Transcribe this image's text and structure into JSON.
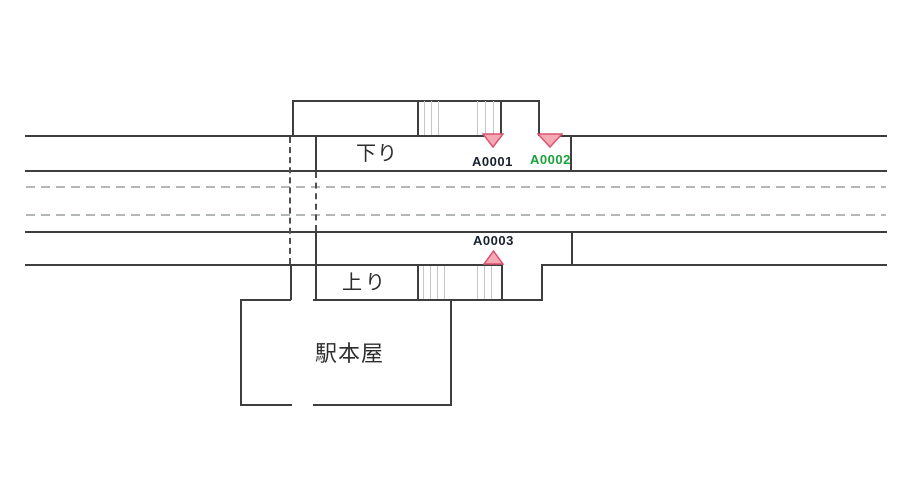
{
  "colors": {
    "line-solid": "#3e3e3e",
    "line-dashed": "#b4b7b7",
    "line-vdash": "#4f4f4f",
    "stairs-hatch": "#c6c8c8",
    "marker-fill": "#f5a9b5",
    "marker-stroke": "#db5370",
    "label-dark": "#18202e",
    "label-green": "#1aa23b",
    "text-dark": "#2d2d2d"
  },
  "labels": {
    "down_line": "下り",
    "up_line": "上り",
    "station_building": "駅本屋"
  },
  "markers": [
    {
      "id": "A0001",
      "label": "A0001",
      "direction": "down",
      "label_color": "#18202e"
    },
    {
      "id": "A0002",
      "label": "A0002",
      "direction": "down",
      "label_color": "#1aa23b"
    },
    {
      "id": "A0003",
      "label": "A0003",
      "direction": "up",
      "label_color": "#18202e"
    }
  ]
}
